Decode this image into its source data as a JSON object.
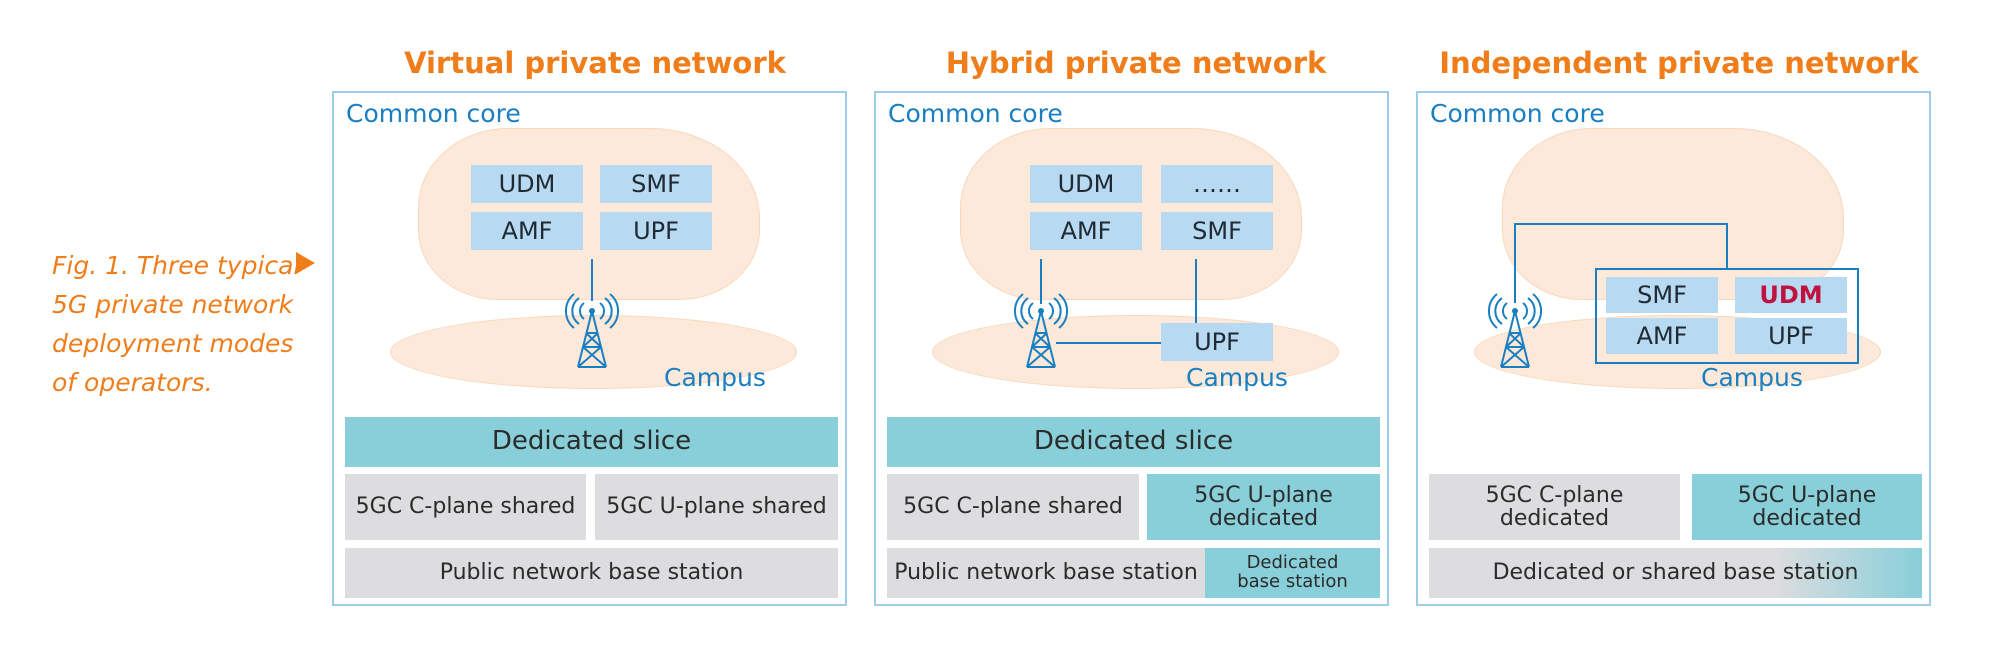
{
  "caption": "Fig. 1. Three typical 5G private network deployment modes of operators.",
  "panels": [
    {
      "title": "Virtual private network",
      "core_label": "Common core",
      "nfs": [
        "UDM",
        "SMF",
        "AMF",
        "UPF"
      ],
      "campus_label": "Campus",
      "slice": "Dedicated slice",
      "cplane": "5GC C-plane shared",
      "uplane": "5GC U-plane shared",
      "base": "Public network base station"
    },
    {
      "title": "Hybrid private network",
      "core_label": "Common core",
      "nfs": [
        "UDM",
        "……",
        "AMF",
        "SMF"
      ],
      "campus_nf": "UPF",
      "campus_label": "Campus",
      "slice": "Dedicated slice",
      "cplane": "5GC C-plane shared",
      "uplane": "5GC U-plane dedicated",
      "base_public": "Public network base station",
      "base_dedicated": "Dedicated base station"
    },
    {
      "title": "Independent private network",
      "core_label": "Common core",
      "nfs": [
        "SMF",
        "UDM",
        "AMF",
        "UPF"
      ],
      "campus_label": "Campus",
      "cplane": "5GC C-plane dedicated",
      "uplane": "5GC U-plane dedicated",
      "base": "Dedicated or shared base station"
    }
  ],
  "colors": {
    "title": "#ef7d1a",
    "accent_blue": "#1a7fc1",
    "nf_fill": "#b8d9f2",
    "teal": "#88cfd9",
    "grey": "#dddddf",
    "cloud": "#fde9d9",
    "udm_highlight": "#c0123f"
  },
  "icons": [
    "antenna-tower-icon",
    "arrow-right-icon"
  ]
}
